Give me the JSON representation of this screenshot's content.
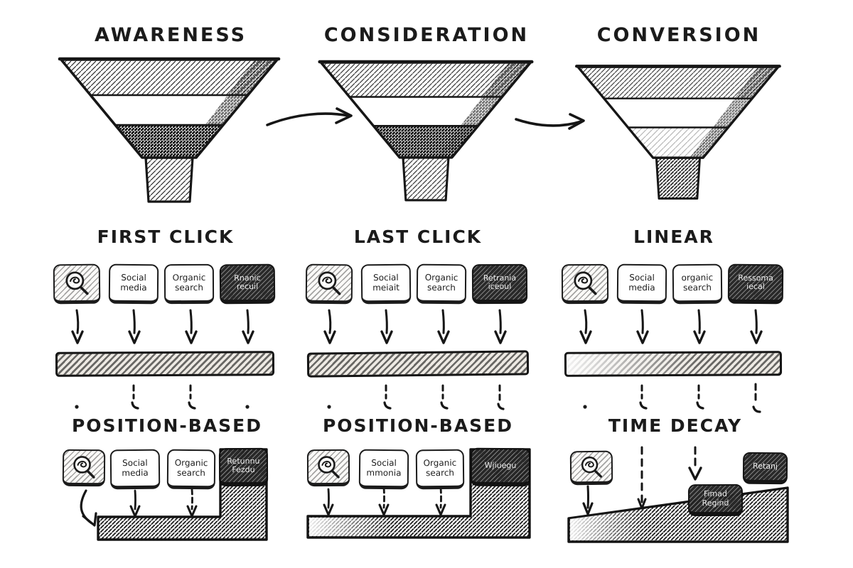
{
  "colors": {
    "ink": "#1b1b1b",
    "paper": "#ffffff"
  },
  "icons": {
    "channel": "magnifier-icon"
  },
  "funnel_row": {
    "stages": [
      {
        "label": "AWARENESS"
      },
      {
        "label": "CONSIDERATION"
      },
      {
        "label": "CONVERSION"
      }
    ]
  },
  "middle": {
    "sections": [
      {
        "id": "first-click",
        "title": "FIRST CLICK",
        "channel2": "Social media",
        "channel3": "Organic search",
        "channel4": "Rnanic recuil"
      },
      {
        "id": "last-click",
        "title": "LAST CLICK",
        "channel2": "Social meiait",
        "channel3": "Organic search",
        "channel4": "Retrania iceoul"
      },
      {
        "id": "linear",
        "title": "LINEAR",
        "channel2": "Social media",
        "channel3": "organic search",
        "channel4": "Ressoma iecal"
      }
    ]
  },
  "bottom": {
    "sections": [
      {
        "id": "position-based-1",
        "title": "POSITION-BASED",
        "channel2": "Social media",
        "channel3": "Organic search",
        "channel4": "Retunnu Fezdu"
      },
      {
        "id": "position-based-2",
        "title": "POSITION-BASED",
        "channel2": "Social mmonia",
        "channel3": "Organic search",
        "channel4": "Wjiuegu"
      },
      {
        "id": "time-decay",
        "title": "TIME DECAY",
        "mid_box": "Fimad Regind",
        "right_box": "Retanj"
      }
    ]
  }
}
